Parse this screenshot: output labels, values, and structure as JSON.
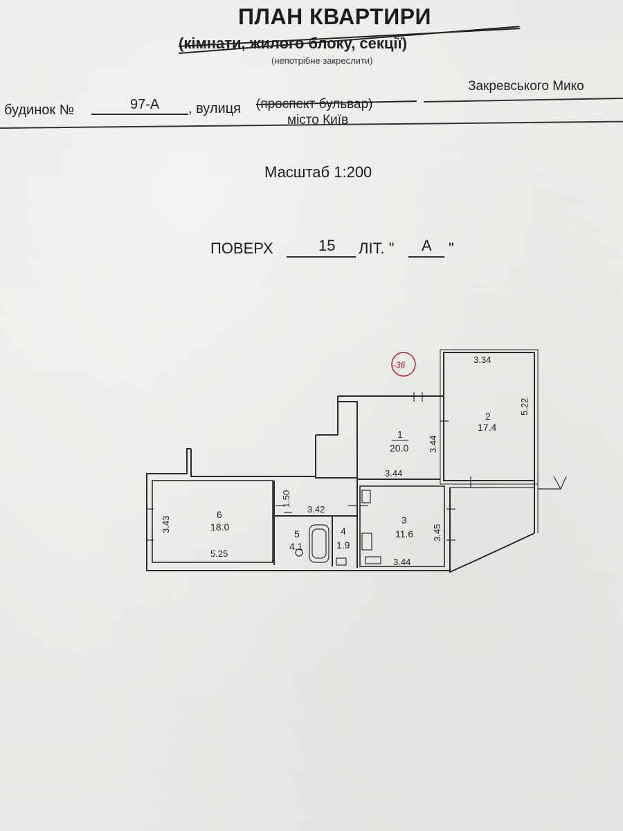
{
  "header": {
    "title": "ПЛАН КВАРТИРИ",
    "subtitle": "(кімнати, жилого блоку, секції)",
    "note": "(непотрібне закреслити)"
  },
  "address": {
    "house_label": "будинок №",
    "house_number": "97-А",
    "street_label": ", вулиця",
    "street_struck": "(проспект бульвар)",
    "street_name": "Закревського Мико",
    "city": "місто Київ"
  },
  "scale": "Масштаб 1:200",
  "floor": {
    "label": "ПОВЕРХ",
    "number": "15",
    "lit_label": "ЛІТ. \"",
    "lit_value": "А",
    "lit_close": "\""
  },
  "stamp": "-36",
  "plan": {
    "rooms": [
      {
        "no": "1",
        "area": "20.0"
      },
      {
        "no": "2",
        "area": "17.4"
      },
      {
        "no": "3",
        "area": "11.6"
      },
      {
        "no": "4",
        "area": "1.9"
      },
      {
        "no": "5",
        "area": "4.1"
      },
      {
        "no": "6",
        "area": "18.0"
      }
    ],
    "dims": {
      "r2_top": "3.34",
      "r2_side": "5.22",
      "r1_side": "3.44",
      "r1_bottom": "3.44",
      "r3_side": "3.45",
      "r3_bottom": "3.44",
      "corridor_w": "3.42",
      "corridor_h": "1.50",
      "r6_side": "3.43",
      "r6_bottom": "5.25"
    }
  }
}
